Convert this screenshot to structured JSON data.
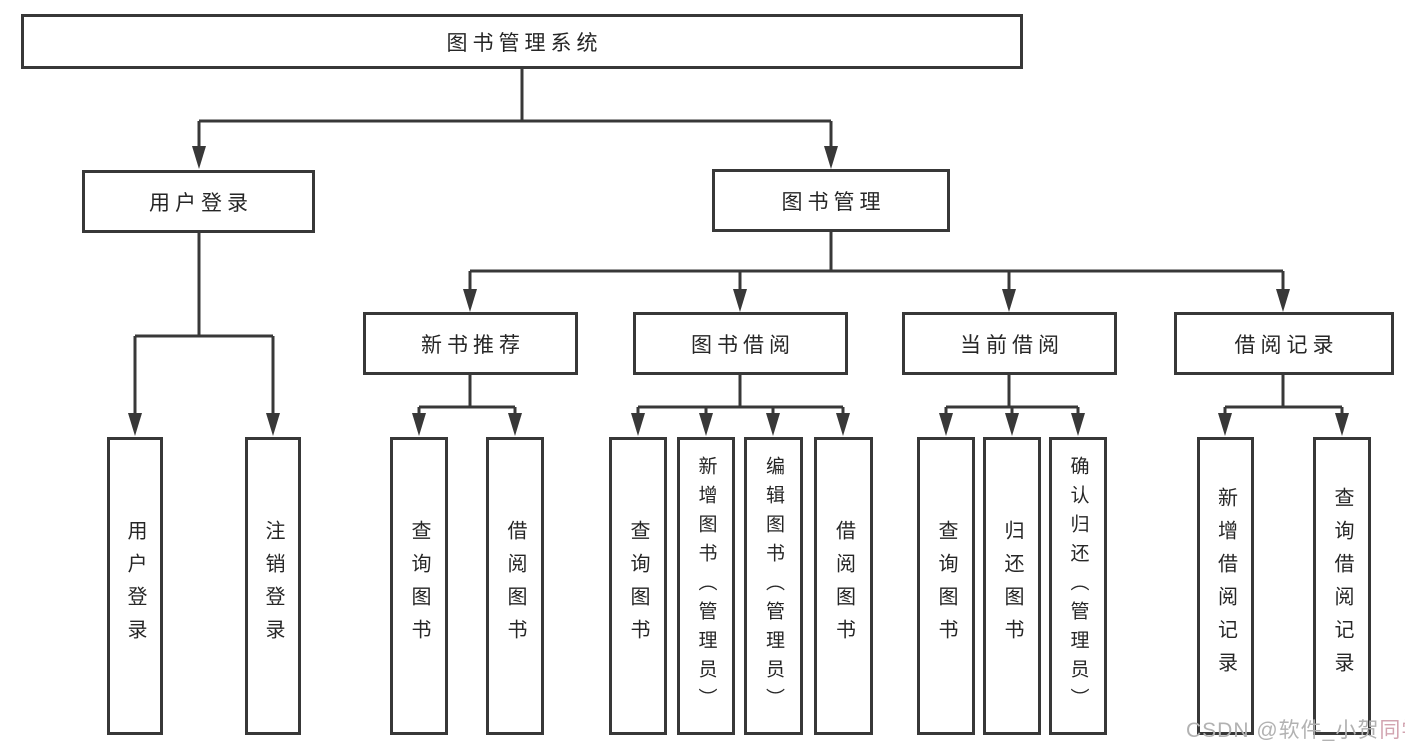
{
  "diagram": {
    "root": {
      "label": "图书管理系统"
    },
    "branches": [
      {
        "label": "用户登录",
        "children": [
          {
            "label": "用户登录"
          },
          {
            "label": "注销登录"
          }
        ]
      },
      {
        "label": "图书管理",
        "children": [
          {
            "label": "新书推荐",
            "children": [
              {
                "label": "查询图书"
              },
              {
                "label": "借阅图书"
              }
            ]
          },
          {
            "label": "图书借阅",
            "children": [
              {
                "label": "查询图书"
              },
              {
                "label": "新增图书（管理员）"
              },
              {
                "label": "编辑图书（管理员）"
              },
              {
                "label": "借阅图书"
              }
            ]
          },
          {
            "label": "当前借阅",
            "children": [
              {
                "label": "查询图书"
              },
              {
                "label": "归还图书"
              },
              {
                "label": "确认归还（管理员）"
              }
            ]
          },
          {
            "label": "借阅记录",
            "children": [
              {
                "label": "新增借阅记录"
              },
              {
                "label": "查询借阅记录"
              }
            ]
          }
        ]
      }
    ]
  },
  "watermark": {
    "prefix": "CSDN @软件_小贺",
    "suffix": "同学"
  },
  "colors": {
    "box_border": "#383838",
    "connector": "#383838",
    "text": "#262626",
    "watermark_gray": "#b2b2b2",
    "watermark_pink": "#d2a4b0"
  }
}
